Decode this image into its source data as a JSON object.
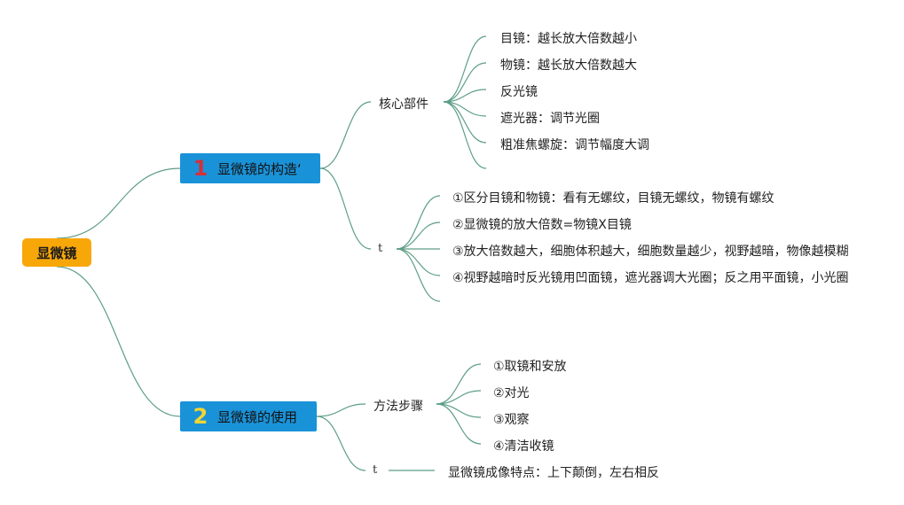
{
  "root": {
    "label": "显微镜"
  },
  "colors": {
    "root": "#f8a708",
    "branch": "#1a92d8",
    "line": "#5d9e86",
    "badge1": "#d62f3a",
    "badge2": "#f5d531"
  },
  "branches": [
    {
      "badge": "1",
      "label": "显微镜的构造‘",
      "children": [
        {
          "label": "核心部件",
          "leaves": [
            "目镜：越长放大倍数越小",
            "物镜：越长放大倍数越大",
            "反光镜",
            "遮光器：调节光圈",
            "粗准焦螺旋：调节幅度大调"
          ]
        },
        {
          "label": "t",
          "leaves": [
            "①区分目镜和物镜：看有无螺纹，目镜无螺纹，物镜有螺纹",
            "②显微镜的放大倍数=物镜X目镜",
            "③放大倍数越大，细胞体积越大，细胞数量越少，视野越暗，物像越模糊",
            "④视野越暗时反光镜用凹面镜，遮光器调大光圈；反之用平面镜，小光圈"
          ]
        }
      ]
    },
    {
      "badge": "2",
      "label": "显微镜的使用",
      "children": [
        {
          "label": "方法步骤",
          "leaves": [
            "①取镜和安放",
            "②对光",
            "③观察",
            "④清洁收镜"
          ]
        },
        {
          "label": "t",
          "leaves": [
            "显微镜成像特点：上下颠倒，左右相反"
          ]
        }
      ]
    }
  ]
}
